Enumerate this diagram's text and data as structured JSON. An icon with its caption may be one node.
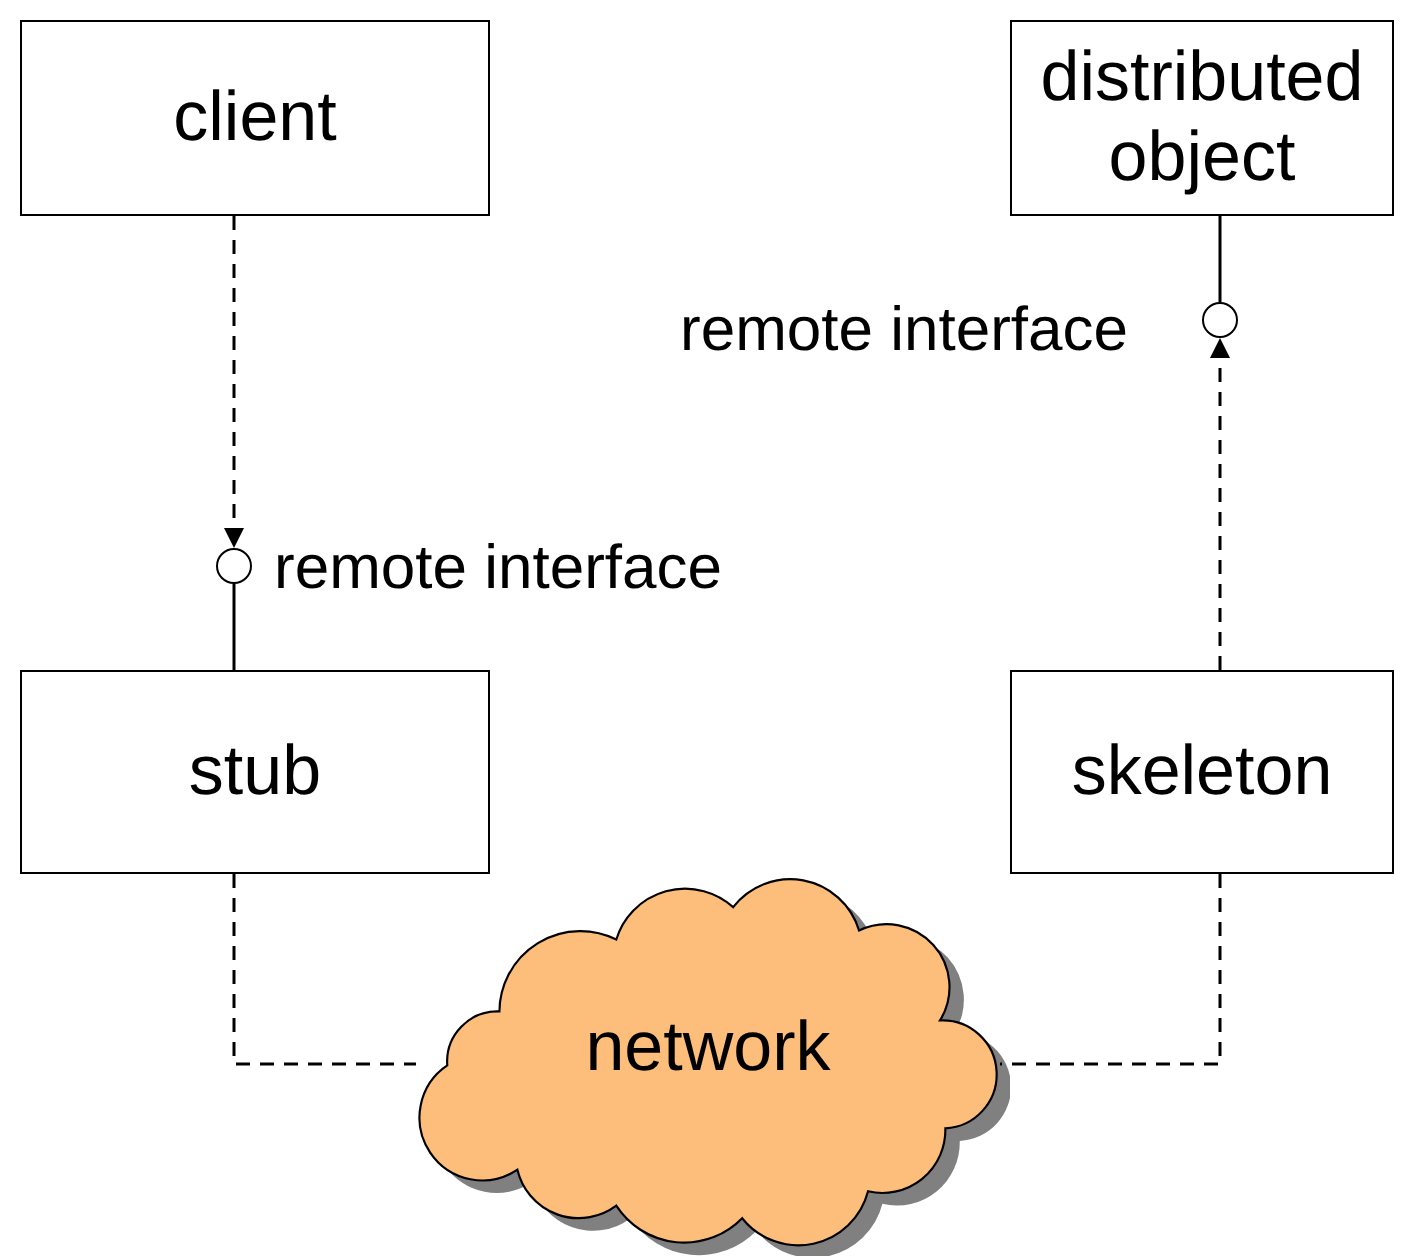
{
  "diagram": {
    "nodes": [
      {
        "text": [
          "client"
        ]
      },
      {
        "text": [
          "distributed object"
        ]
      },
      {
        "text": [],
        "shape": "circle",
        "beside": [
          "remote interface"
        ]
      },
      {
        "text": [],
        "shape": "circle",
        "beside": [
          "remote interface"
        ]
      },
      {
        "text": [
          "stub"
        ]
      },
      {
        "text": [
          "skeleton"
        ]
      },
      {
        "text": [
          "network"
        ]
      }
    ],
    "edges": [
      {
        "from": 0,
        "to": 2,
        "arrow": "to",
        "style": "dashed"
      },
      {
        "from": 2,
        "to": 4,
        "arrow": "none"
      },
      {
        "from": 5,
        "to": 3,
        "arrow": "to",
        "style": "dashed"
      },
      {
        "from": 3,
        "to": 1,
        "arrow": "none"
      },
      {
        "from": 4,
        "to": 6,
        "arrow": "none",
        "style": "dashed"
      },
      {
        "from": 5,
        "to": 6,
        "arrow": "none",
        "style": "dashed"
      }
    ]
  }
}
